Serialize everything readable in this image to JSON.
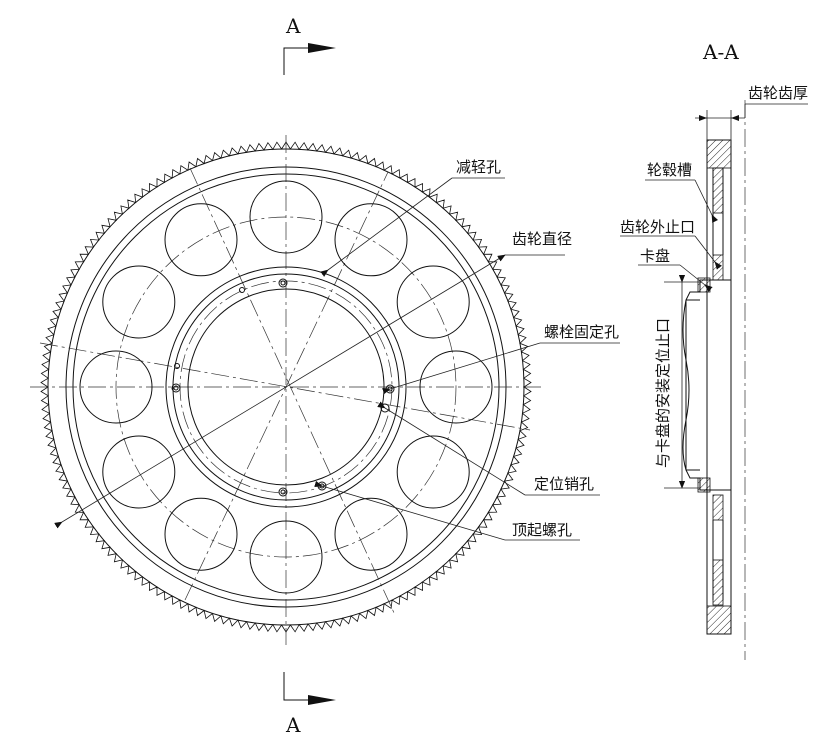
{
  "section_marks": {
    "top": "A",
    "bottom": "A",
    "view_title": "A-A"
  },
  "labels": {
    "lightening_hole": "减轻孔",
    "gear_diameter": "齿轮直径",
    "bolt_hole": "螺栓固定孔",
    "locating_pin_hole": "定位销孔",
    "jack_screw_hole": "顶起螺孔",
    "tooth_thickness": "齿轮齿厚",
    "hub_groove": "轮毂槽",
    "outer_spigot": "齿轮外止口",
    "chuck": "卡盘",
    "chuck_spigot": "与卡盘的安装定位止口"
  }
}
